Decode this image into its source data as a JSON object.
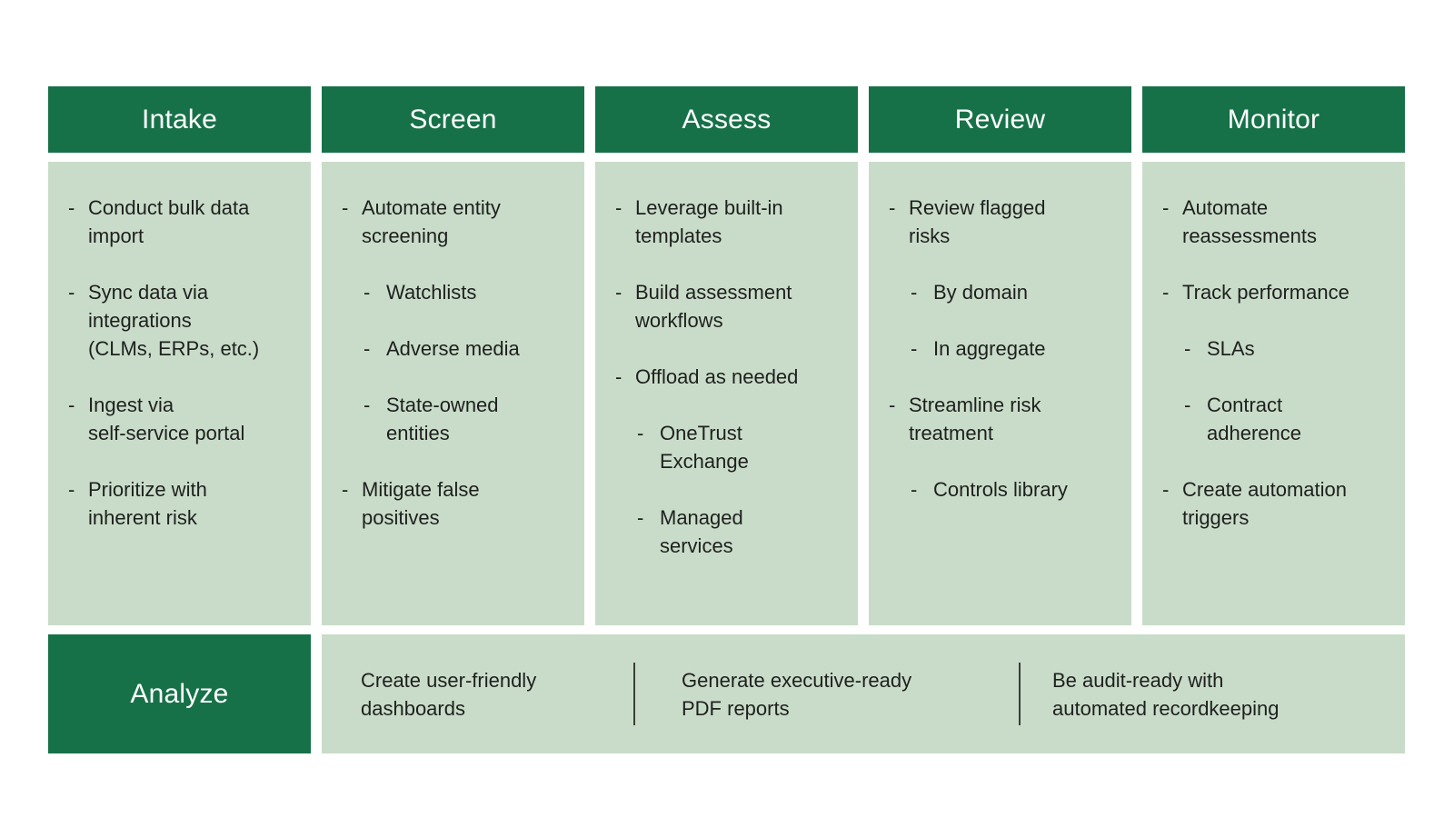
{
  "palette": {
    "header_bg": "#177148",
    "panel_bg": "#c9dcc9",
    "header_text": "#ffffff",
    "body_text": "#1e201e",
    "divider": "#3a3d3a"
  },
  "bullet": "-",
  "columns": [
    {
      "title": "Intake",
      "items": [
        {
          "level": 1,
          "text": "Conduct bulk data\nimport"
        },
        {
          "level": 1,
          "text": "Sync data via\nintegrations\n(CLMs, ERPs, etc.)"
        },
        {
          "level": 1,
          "text": "Ingest via\nself-service portal"
        },
        {
          "level": 1,
          "text": "Prioritize with\ninherent risk"
        }
      ]
    },
    {
      "title": "Screen",
      "items": [
        {
          "level": 1,
          "text": "Automate entity\nscreening"
        },
        {
          "level": 2,
          "text": "Watchlists"
        },
        {
          "level": 2,
          "text": "Adverse media"
        },
        {
          "level": 2,
          "text": "State-owned\nentities"
        },
        {
          "level": 1,
          "text": "Mitigate false\npositives"
        }
      ]
    },
    {
      "title": "Assess",
      "items": [
        {
          "level": 1,
          "text": "Leverage built-in\ntemplates"
        },
        {
          "level": 1,
          "text": "Build assessment\nworkflows"
        },
        {
          "level": 1,
          "text": "Offload as needed"
        },
        {
          "level": 2,
          "text": "OneTrust\nExchange"
        },
        {
          "level": 2,
          "text": "Managed\nservices"
        }
      ]
    },
    {
      "title": "Review",
      "items": [
        {
          "level": 1,
          "text": "Review flagged\nrisks"
        },
        {
          "level": 2,
          "text": "By domain"
        },
        {
          "level": 2,
          "text": "In aggregate"
        },
        {
          "level": 1,
          "text": "Streamline risk\ntreatment"
        },
        {
          "level": 2,
          "text": "Controls library"
        }
      ]
    },
    {
      "title": "Monitor",
      "items": [
        {
          "level": 1,
          "text": "Automate\nreassessments"
        },
        {
          "level": 1,
          "text": "Track performance"
        },
        {
          "level": 2,
          "text": "SLAs"
        },
        {
          "level": 2,
          "text": "Contract\nadherence"
        },
        {
          "level": 1,
          "text": "Create automation\ntriggers"
        }
      ]
    }
  ],
  "footer": {
    "title": "Analyze",
    "notes": [
      {
        "text": "Create user-friendly\ndashboards"
      },
      {
        "text": "Generate executive-ready\nPDF reports"
      },
      {
        "text": "Be audit-ready with\nautomated recordkeeping"
      }
    ]
  }
}
